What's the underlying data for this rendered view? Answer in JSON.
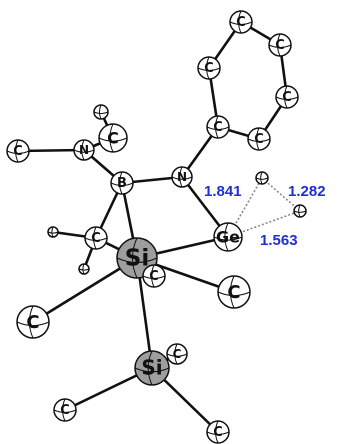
{
  "colors": {
    "bond": "#111111",
    "atom_fill": "#ffffff",
    "heavy_atom_fill": "#9e9e9e",
    "atom_stroke": "#111111",
    "distance_text": "#1f2fd6",
    "dotted_line": "#888888"
  },
  "atoms": {
    "si1": "Si",
    "si2": "Si",
    "ge": "Ge",
    "b": "B",
    "n1": "N",
    "n2": "N",
    "c": "C"
  },
  "distances": {
    "ge_h": "1.841",
    "h_h": "1.282",
    "ge_h2": "1.563"
  }
}
